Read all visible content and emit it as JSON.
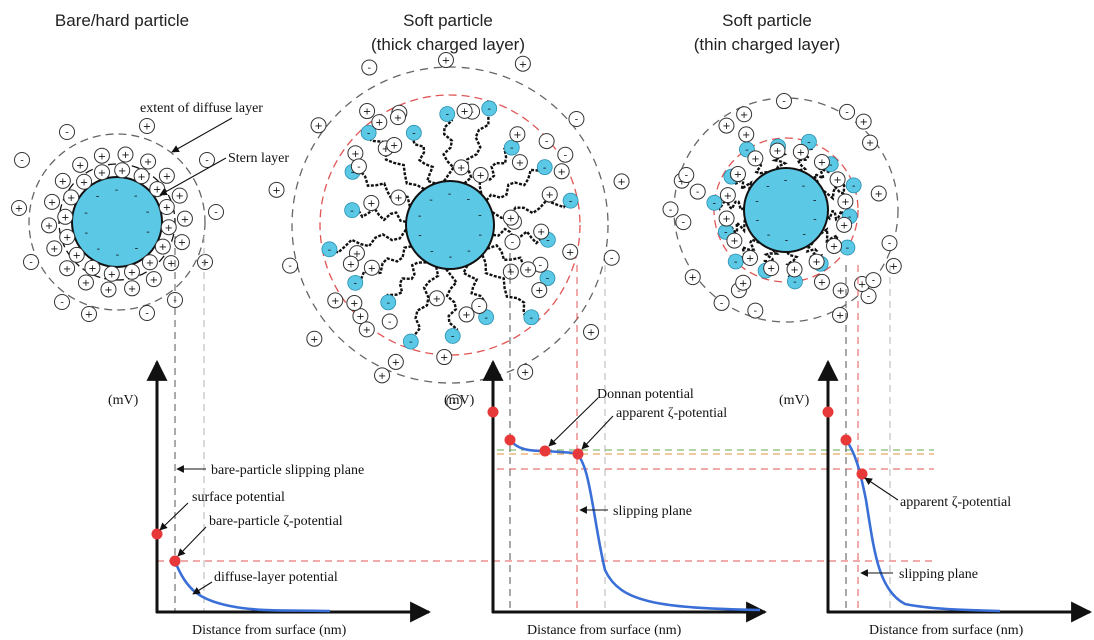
{
  "panels": [
    {
      "title_lines": [
        "Bare/hard particle"
      ],
      "ylabel": "(mV)",
      "xlabel": "Distance from surface (nm)",
      "annotations": [
        "extent of diffuse layer",
        "Stern layer",
        "bare-particle slipping plane",
        "surface potential",
        "bare-particle ζ-potential",
        "diffuse-layer potential"
      ]
    },
    {
      "title_lines": [
        "Soft particle",
        "(thick charged layer)"
      ],
      "ylabel": "(mV)",
      "xlabel": "Distance from surface (nm)",
      "annotations": [
        "Donnan potential",
        "apparent ζ-potential",
        "slipping plane"
      ]
    },
    {
      "title_lines": [
        "Soft particle",
        "(thin charged layer)"
      ],
      "ylabel": "(mV)",
      "xlabel": "Distance from surface (nm)",
      "annotations": [
        "apparent ζ-potential",
        "slipping plane"
      ]
    }
  ],
  "symbols": {
    "positive": "+",
    "negative": "-"
  },
  "colors": {
    "particle": "#5bc8e6",
    "curve": "#3a6fd8",
    "marker": "#e8393a",
    "guide_red": "#e05555",
    "guide_green": "#6aa84f",
    "guide_orange": "#e69138",
    "dash_dark": "#555555",
    "dash_light": "#b5b5b5"
  }
}
